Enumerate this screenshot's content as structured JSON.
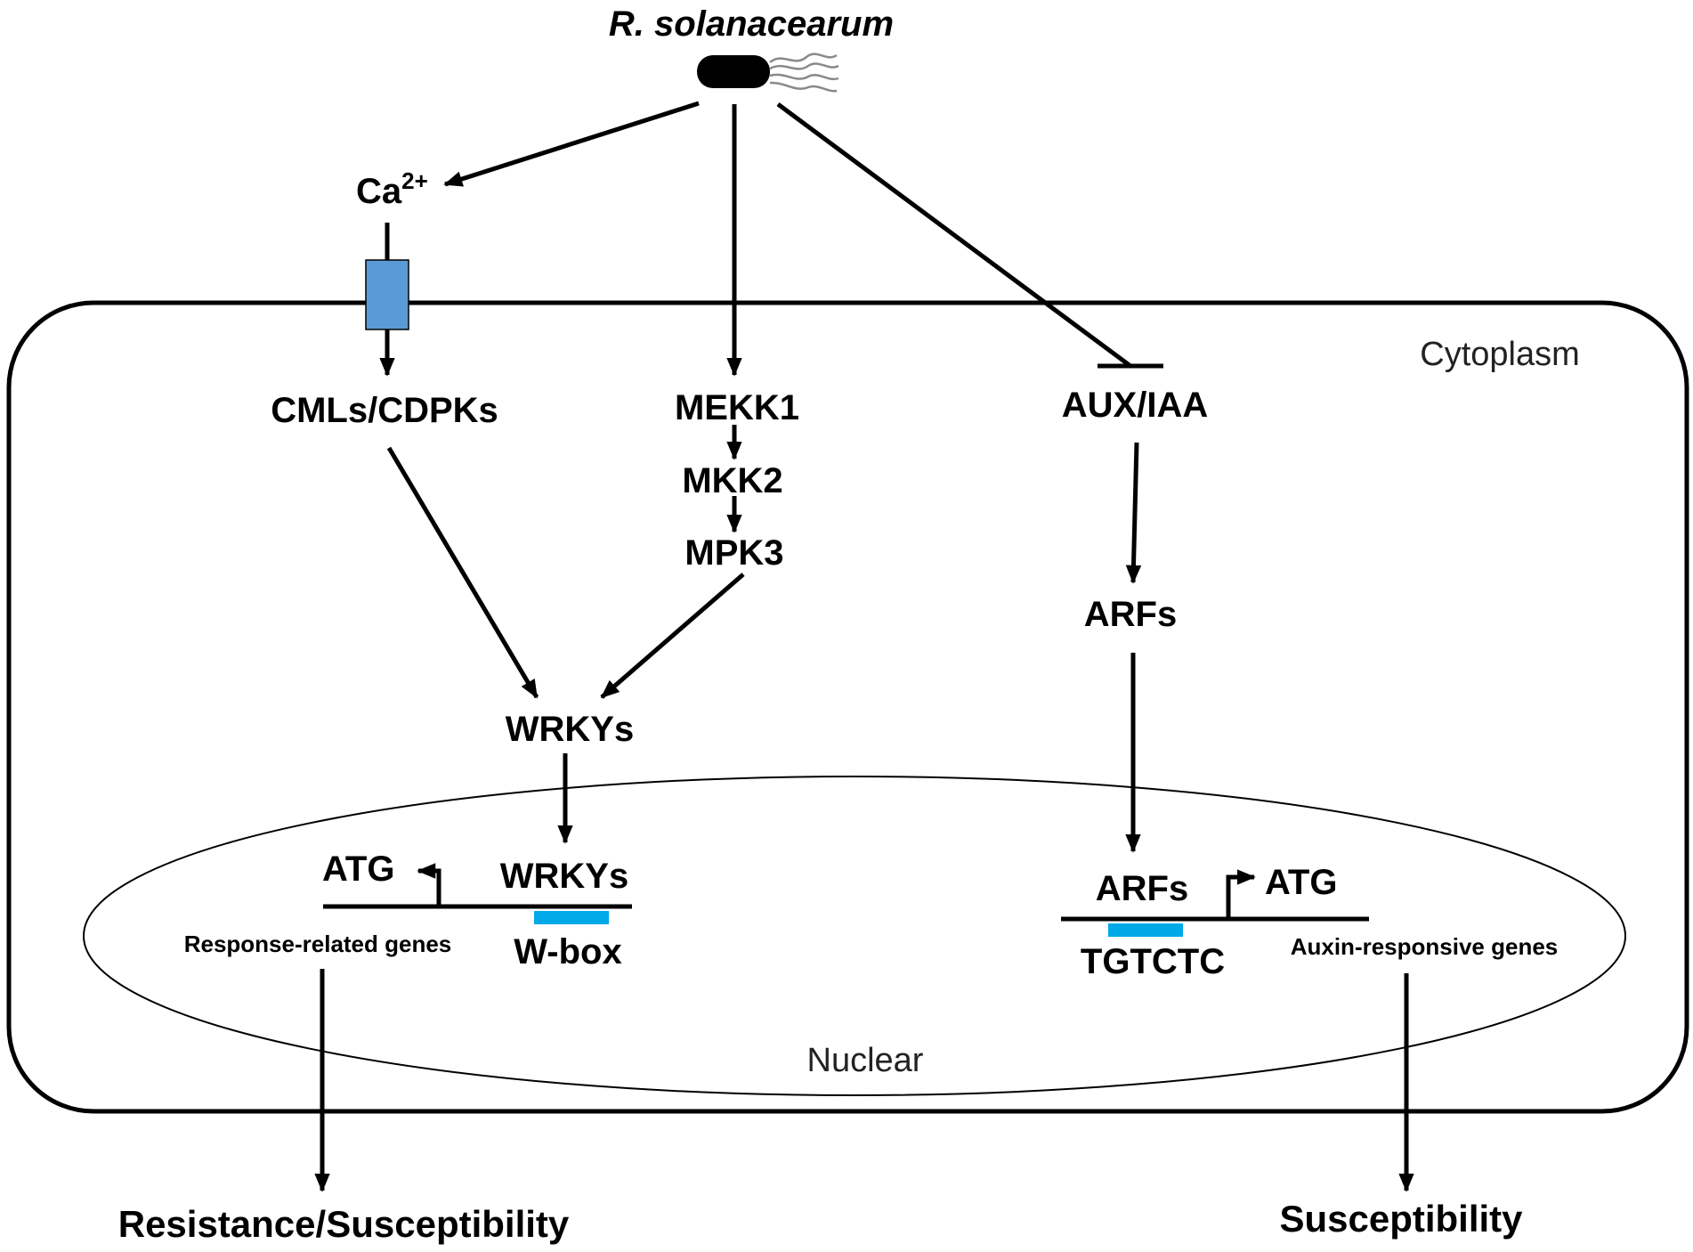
{
  "pathogen": {
    "name": "R. solanacearum"
  },
  "regions": {
    "cytoplasm": "Cytoplasm",
    "nucleus": "Nuclear"
  },
  "nodes": {
    "calcium": "Ca",
    "calcium_charge": "2+",
    "cmls_cdpks": "CMLs/CDPKs",
    "mekk1": "MEKK1",
    "mkk2": "MKK2",
    "mpk3": "MPK3",
    "wrkys": "WRKYs",
    "aux_iaa": "AUX/IAA",
    "arfs": "ARFs"
  },
  "nucleus_left": {
    "start_codon": "ATG",
    "factor": "WRKYs",
    "element": "W-box",
    "genes": "Response-related genes",
    "outcome": "Resistance/Susceptibility"
  },
  "nucleus_right": {
    "factor": "ARFs",
    "start_codon": "ATG",
    "element": "TGTCTC",
    "genes": "Auxin-responsive genes",
    "outcome": "Susceptibility"
  },
  "colors": {
    "ion_channel": "#5b9bd5",
    "binding_site": "#00a9e8",
    "line": "#000000",
    "flagella": "#8a8a8a"
  }
}
